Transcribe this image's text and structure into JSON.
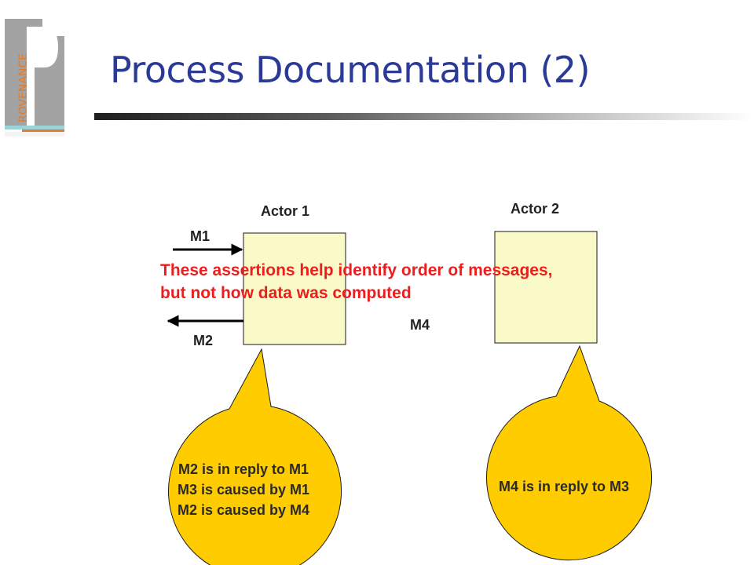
{
  "header": {
    "logo_text": "ROVENANCE",
    "title": "Process Documentation (2)"
  },
  "diagram": {
    "actor1": {
      "label": "Actor 1"
    },
    "actor2": {
      "label": "Actor 2"
    },
    "messages": {
      "m1": "M1",
      "m2": "M2",
      "m4": "M4"
    },
    "note": [
      "These assertions help identify order of messages,",
      "but not how data was computed"
    ],
    "bubble1": [
      "M2 is in reply to M1",
      "M3 is caused by M1",
      "M2 is caused by M4"
    ],
    "bubble2": [
      "M4 is in reply to M3"
    ]
  },
  "colors": {
    "title": "#2a3a96",
    "actor_box_fill": "#fafac8",
    "bubble_fill": "#ffcc00",
    "note_text": "#ee1c1c",
    "logo_grey": "#a3a3a3",
    "logo_orange": "#e07c2a",
    "logo_teal": "#9cd3d8"
  }
}
